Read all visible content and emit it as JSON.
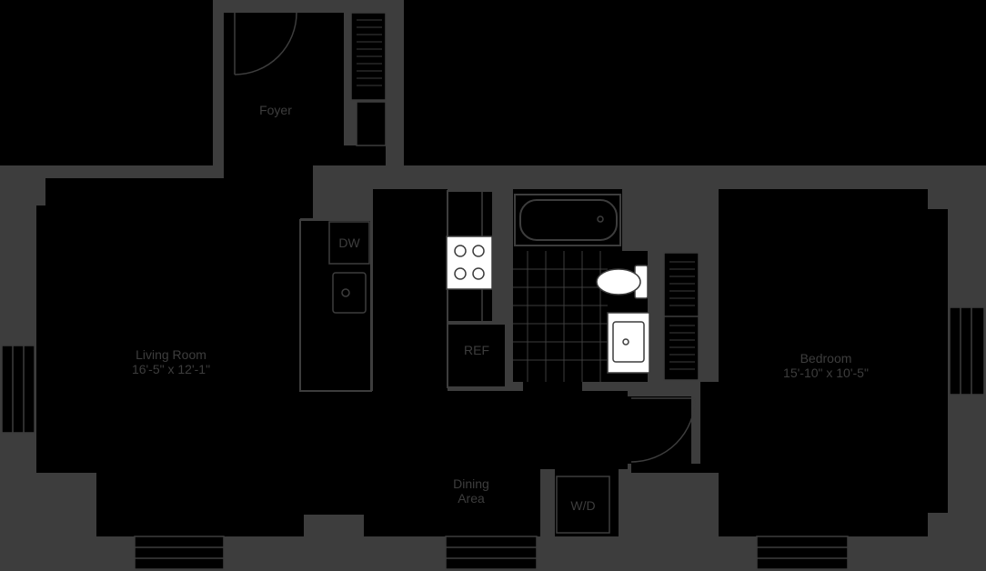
{
  "colors": {
    "background": "#000000",
    "wall": "#3d3d3d",
    "fixture_fill": "#ffffff",
    "line": "#3d3d3d"
  },
  "rooms": {
    "foyer": {
      "name": "Foyer"
    },
    "living_room": {
      "name": "Living Room",
      "dimensions": "16'-5\" x 12'-1\""
    },
    "bedroom": {
      "name": "Bedroom",
      "dimensions": "15'-10\" x 10'-5\""
    },
    "dining_area": {
      "name_line1": "Dining",
      "name_line2": "Area"
    }
  },
  "fixtures": {
    "dishwasher": "DW",
    "refrigerator": "REF",
    "washer_dryer": "W/D"
  },
  "icons": [
    "door-swing-icon",
    "stove-icon",
    "sink-icon",
    "toilet-icon",
    "bathtub-icon",
    "closet-shelving-icon",
    "window-icon"
  ]
}
